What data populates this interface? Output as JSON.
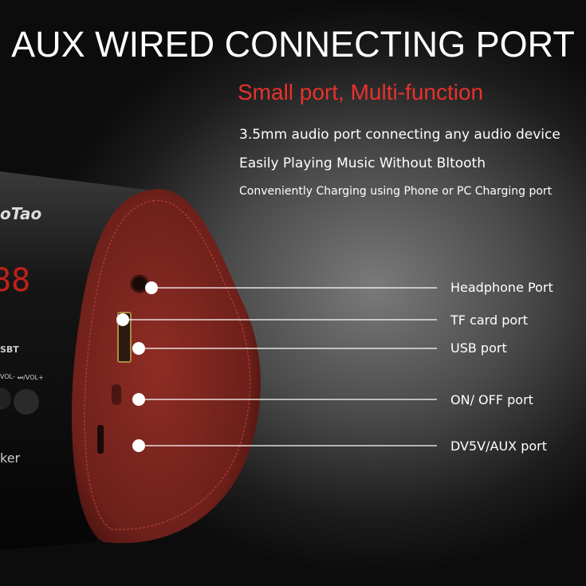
{
  "title": "AUX WIRED CONNECTING PORT",
  "subtitle": "Small port, Multi-function",
  "features": [
    "3.5mm audio port connecting any audio device",
    "Easily Playing Music Without Bltooth",
    "Conveniently Charging using Phone or PC Charging port"
  ],
  "ports": [
    {
      "label": "Headphone Port"
    },
    {
      "label": "TF  card port"
    },
    {
      "label": "USB port"
    },
    {
      "label": "ON/ OFF port"
    },
    {
      "label": "DV5V/AUX  port"
    }
  ],
  "product": {
    "brand": "oTao",
    "display": "88",
    "model": "SBT",
    "button_left": "VOL-",
    "button_right": "⏭/VOL+",
    "name_fragment": "ker",
    "accent": "#8a2a22"
  }
}
